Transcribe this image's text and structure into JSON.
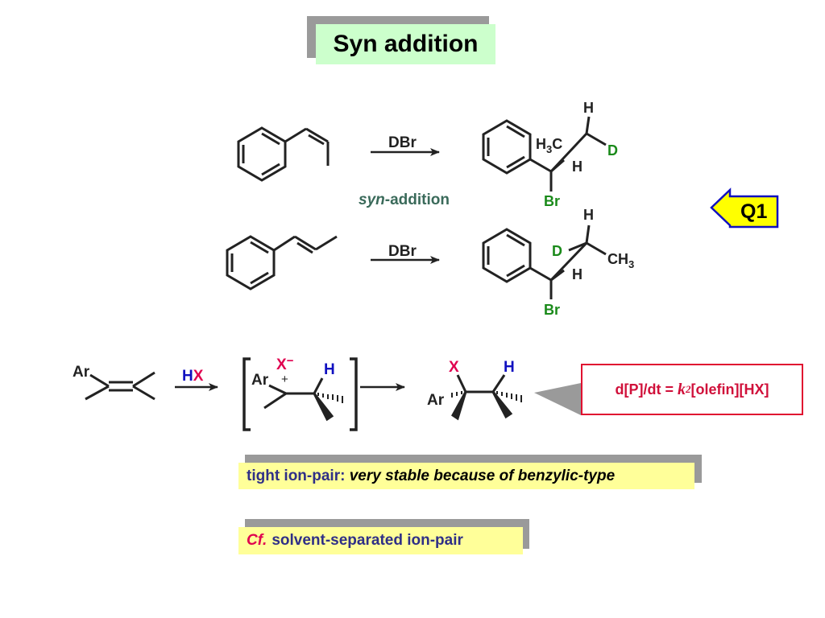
{
  "title": "Syn addition",
  "reaction1": {
    "reagent": "DBr",
    "product_labels": {
      "top_h": "H",
      "methyl": "H",
      "methyl_sub": "3",
      "methyl_c": "C",
      "d": "D",
      "inner_h": "H",
      "br": "Br"
    }
  },
  "mechanism_label": {
    "prefix": "syn",
    "suffix": "-addition"
  },
  "reaction2": {
    "reagent": "DBr",
    "product_labels": {
      "top_h": "H",
      "d": "D",
      "methyl": "CH",
      "methyl_sub": "3",
      "inner_h": "H",
      "br": "Br"
    }
  },
  "q_callout": "Q1",
  "general_scheme": {
    "reactant_ar": "Ar",
    "reagent_h": "H",
    "reagent_x": "X",
    "intermediate_ar": "Ar",
    "intermediate_plus": "+",
    "intermediate_x": "X",
    "intermediate_minus": "−",
    "intermediate_h": "H",
    "product_x": "X",
    "product_h": "H",
    "product_ar": "Ar"
  },
  "rate_law": {
    "left": "d[P]/dt = ",
    "k": "k",
    "k_sub": "2",
    "right": "[olefin][HX]"
  },
  "note1": {
    "label": "tight ion-pair: ",
    "detail": "very stable because of benzylic-type"
  },
  "note2": {
    "cf": "Cf.",
    "text": "solvent-separated ion-pair"
  },
  "colors": {
    "green": "#1a8a1a",
    "red": "#e0004f",
    "blue": "#1010c0",
    "navy": "#2f2f87",
    "title_bg": "#ccffcc",
    "note_bg": "#ffff99",
    "q_bg": "#ffff00"
  }
}
